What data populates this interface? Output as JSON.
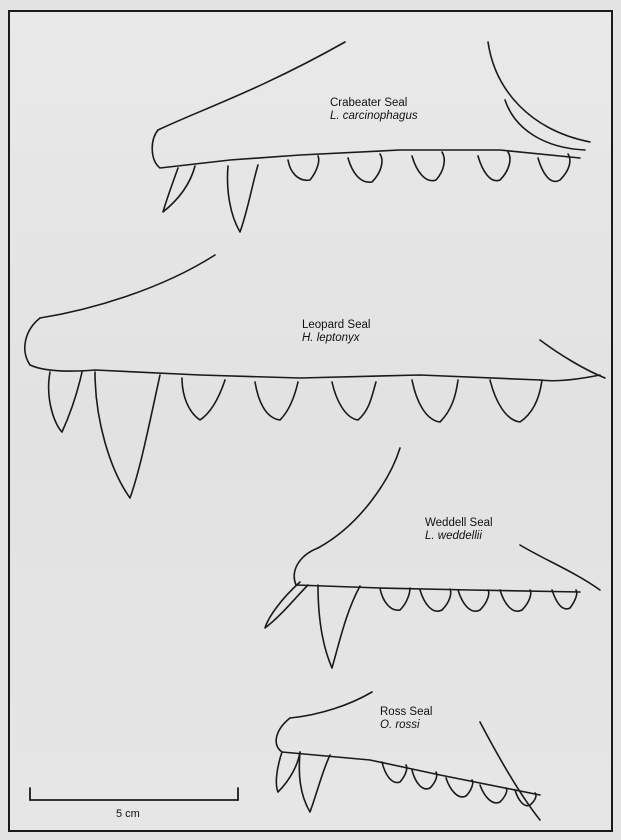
{
  "specimens": [
    {
      "common_name": "Crabeater Seal",
      "scientific_name": "L. carcinophagus"
    },
    {
      "common_name": "Leopard Seal",
      "scientific_name": "H. leptonyx"
    },
    {
      "common_name": "Weddell Seal",
      "scientific_name": "L. weddellii"
    },
    {
      "common_name": "Ross Seal",
      "scientific_name": "O. rossi"
    }
  ],
  "scale_bar": {
    "label": "5 cm"
  },
  "colors": {
    "ink": "#1a1a1a",
    "paper": "#e6e6e6"
  }
}
